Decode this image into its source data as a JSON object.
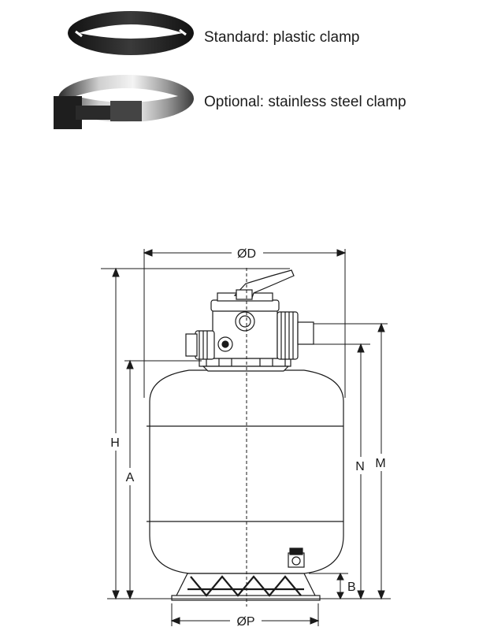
{
  "clamps": {
    "standard": {
      "label": "Standard: plastic clamp",
      "icon": "plastic-clamp-icon"
    },
    "optional": {
      "label": "Optional: stainless steel clamp",
      "icon": "steel-clamp-icon"
    }
  },
  "drawing": {
    "dimensions": {
      "diameter_top": "ØD",
      "height_total": "H",
      "height_a": "A",
      "height_n": "N",
      "height_m": "M",
      "height_b": "B",
      "diameter_base": "ØP"
    }
  },
  "colors": {
    "ink": "#1a1a1a",
    "plastic": "#1e1e1e",
    "steel": "#9a9a9a"
  }
}
